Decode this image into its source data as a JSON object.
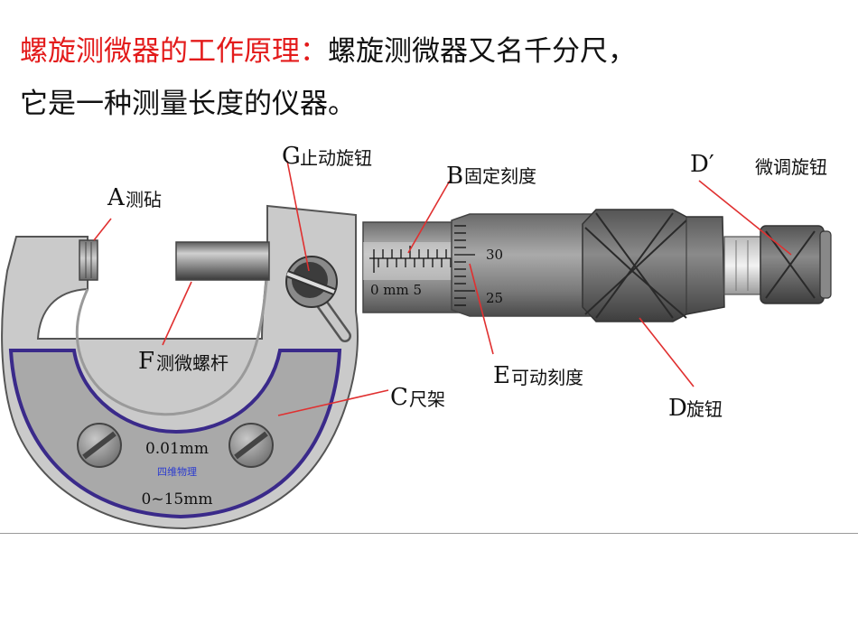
{
  "heading": {
    "title_red": "螺旋测微器的工作原理：",
    "title_rest": "螺旋测微器又名千分尺，",
    "line2": "它是一种测量长度的仪器。"
  },
  "labels": {
    "A_letter": "A",
    "A_text": "测砧",
    "G_letter": "G",
    "G_text": "止动旋钮",
    "B_letter": "B",
    "B_text": "固定刻度",
    "Dp_letter": "D′",
    "Dp_text": "微调旋钮",
    "F_letter": "F",
    "F_text": "测微螺杆",
    "E_letter": "E",
    "E_text": "可动刻度",
    "C_letter": "C",
    "C_text": "尺架",
    "D_letter": "D",
    "D_text": "旋钮"
  },
  "scale": {
    "sleeve_text": "0 mm 5",
    "thimble_top": "30",
    "thimble_bottom": "25"
  },
  "frame_plate": {
    "precision": "0.01mm",
    "brand": "四维物理",
    "range": "0~15mm"
  },
  "colors": {
    "title_red": "#e31b1b",
    "leader_line": "#e03030",
    "plate_border": "#3a2a8a",
    "brand_blue": "#2a3ad0"
  }
}
